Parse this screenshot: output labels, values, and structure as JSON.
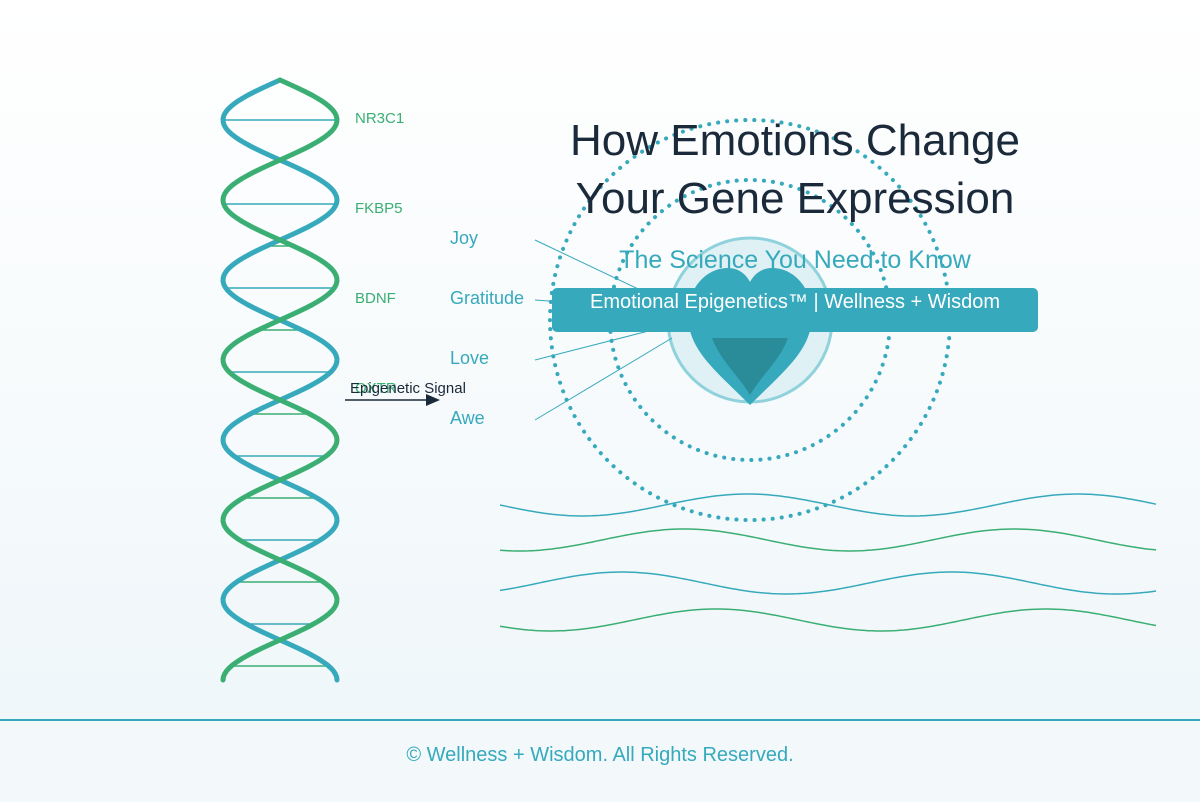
{
  "header": {
    "title_line1": "How Emotions Change",
    "title_line2": "Your Gene Expression",
    "subtitle": "The Science You Need to Know",
    "banner": "Emotional Epigenetics™  |  Wellness + Wisdom"
  },
  "genes": [
    "NR3C1",
    "FKBP5",
    "BDNF",
    "OXTR"
  ],
  "emotions": [
    "Joy",
    "Gratitude",
    "Love",
    "Awe"
  ],
  "signal_label": "Epigenetic Signal",
  "footer": {
    "copyright": "© Wellness + Wisdom. All Rights Reserved."
  },
  "colors": {
    "teal": "#36a9bc",
    "green": "#3aae73",
    "dark_teal": "#2b8c99",
    "navy": "#1b2a3a"
  }
}
